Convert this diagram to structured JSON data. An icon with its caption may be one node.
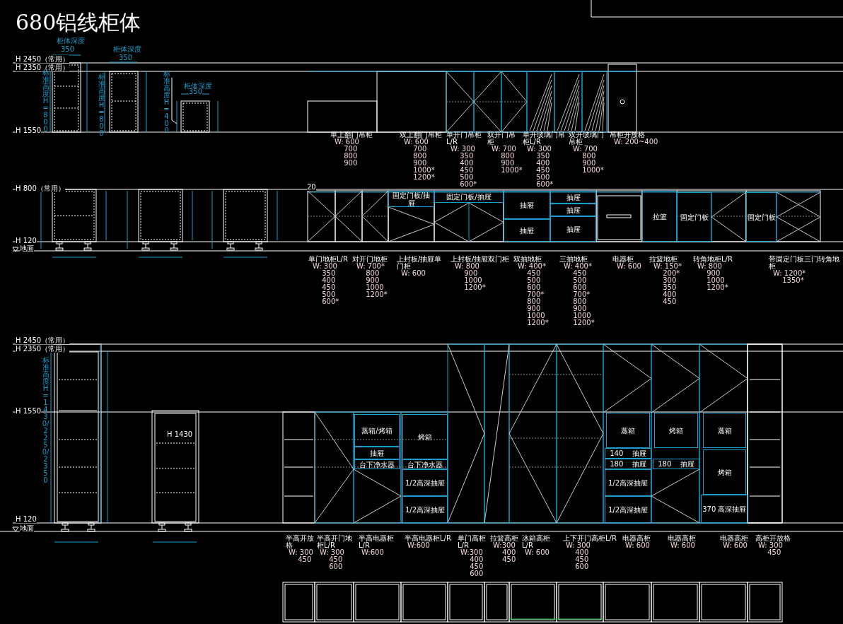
{
  "diagram": {
    "title": "680铝线柜体",
    "nodes": [
      {
        "text": [
          "固定门板/抽屉"
        ]
      },
      {
        "text": [
          "固定门板/抽屉"
        ]
      },
      {
        "text": [
          "抽屉"
        ]
      },
      {
        "text": [
          "抽屉"
        ]
      },
      {
        "text": [
          "抽屉"
        ]
      },
      {
        "text": [
          "抽屉"
        ]
      },
      {
        "text": [
          "抽屉"
        ]
      },
      {
        "text": [
          "拉篮"
        ]
      },
      {
        "text": [
          "固定门板"
        ]
      },
      {
        "text": [
          "固定门板"
        ]
      },
      {
        "text": [
          "蒸箱/烤箱"
        ]
      },
      {
        "text": [
          "抽屉"
        ]
      },
      {
        "text": [
          "台下净水器"
        ]
      },
      {
        "text": [
          "烤箱"
        ]
      },
      {
        "text": [
          "台下净水器"
        ]
      },
      {
        "text": [
          "1/2高深抽屉"
        ]
      },
      {
        "text": [
          "1/2高深抽屉"
        ]
      },
      {
        "text": [
          "蒸箱"
        ]
      },
      {
        "text": [
          "140",
          "抽屉"
        ]
      },
      {
        "text": [
          "180",
          "抽屉"
        ]
      },
      {
        "text": [
          "1/2高深抽屉"
        ]
      },
      {
        "text": [
          "1/2高深抽屉"
        ]
      },
      {
        "text": [
          "烤箱"
        ]
      },
      {
        "text": [
          "180",
          "抽屉"
        ]
      },
      {
        "text": [
          "蒸箱"
        ]
      },
      {
        "text": [
          "烤箱"
        ]
      },
      {
        "text": [
          "370",
          "高深抽屉"
        ]
      }
    ],
    "labels": [
      "柜体深度",
      "350",
      "柜体深度",
      "350",
      "柜体深度",
      "350",
      "H 2450（常用）",
      "H 2350（常用）",
      "标准高度H=800",
      "标准高度H=800",
      "标准高度H=400",
      "H 1550",
      "单上翻门吊柜",
      "W: 600 700 800 900",
      "双上翻门吊柜",
      "W: 600 700 800 900 1000* 1200*",
      "单开门吊柜L/R",
      "W: 300 350 400 450 500 600*",
      "双开门吊柜",
      "W: 700 800 900 1000*",
      "单开玻璃门吊柜L/R",
      "W: 300 350 400 450 500 600*",
      "双开玻璃门吊柜",
      "W: 700 800 900 1000*",
      "吊柜开放格",
      "W: 200~400",
      "H 800（常用）",
      "20",
      "H 120",
      "地面",
      "单门地柜L/R",
      "W: 300 350 400 450 500 600*",
      "对开门地柜",
      "W: 700* 800 900 1000 1200*",
      "上封板/抽屉单门柜",
      "W: 600",
      "上封板/抽屉双门柜",
      "W: 800 900 1000 1200*",
      "双抽地柜",
      "W: 400* 450 500 600 700* 800 900 1000 1200*",
      "三抽地柜",
      "W: 400* 450 500 600 700* 800 900 1000 1200*",
      "电器柜",
      "W: 600",
      "拉篮地柜",
      "W: 150* 200* 300 350 400 450",
      "转角地柜L/R",
      "W: 800 900 1000 1200*",
      "带固定门板三门转角地柜",
      "W: 1200* 1350*",
      "H 2450（常用）",
      "H 2350（常用）",
      "H 1550",
      "标准高度H=1430/2250/2350",
      "H 1430",
      "H 120",
      "地面",
      "半高开放格",
      "W: 300 450",
      "半高开门地柜L/R",
      "W: 300 450 600",
      "半高电器柜L/R",
      "W:600",
      "半高电器柜L/R",
      "W:600",
      "单门高柜L/R",
      "W:300 400 450 600",
      "拉篮高柜",
      "W:300 400 450",
      "冰箱高柜L/R",
      "W: 600",
      "上下开门高柜L/R",
      "W: 300 400 450 600",
      "电器高柜",
      "W: 600",
      "电器高柜",
      "W: 600",
      "电器高柜",
      "W: 600",
      "高柜开放格",
      "W: 300 450"
    ]
  }
}
